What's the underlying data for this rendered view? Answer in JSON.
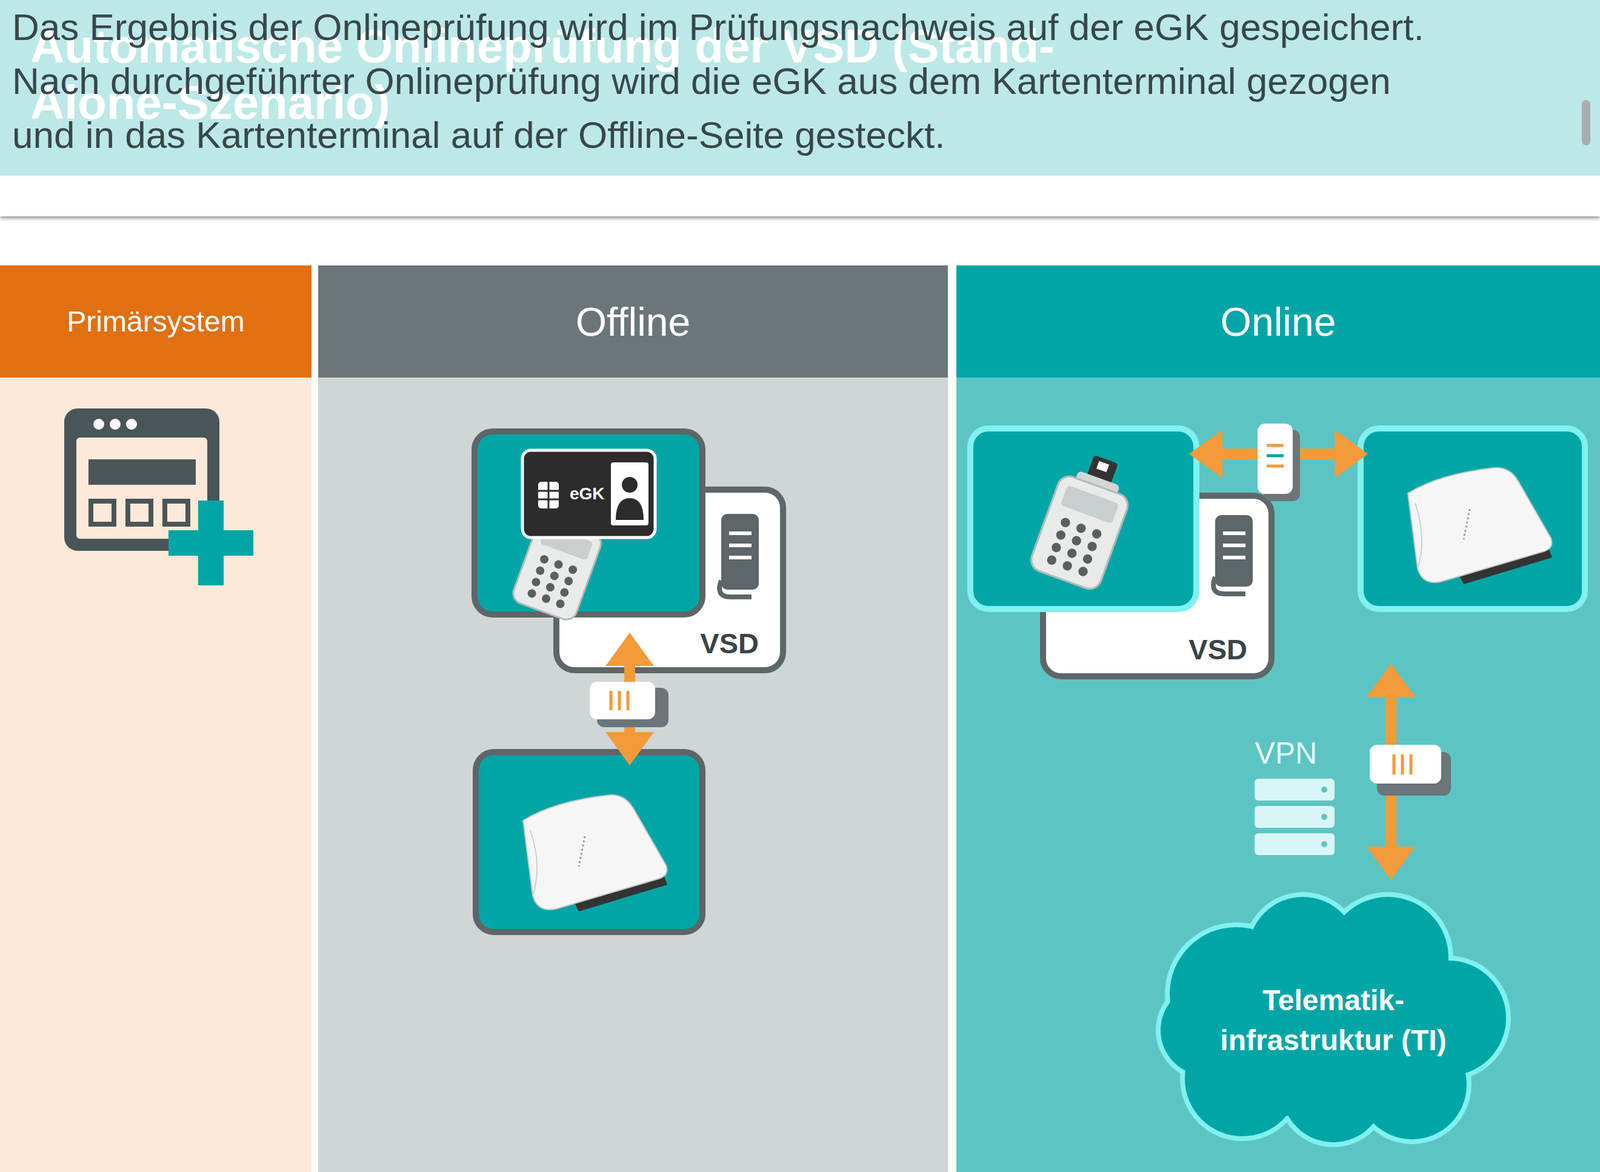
{
  "diagram": {
    "title": "Automatische Onlineprüfung der VSD (Stand-Alone-Szenario)",
    "nodes": [
      {
        "text": [
          "Primärsystem"
        ]
      },
      {
        "text": [
          "Offline"
        ]
      },
      {
        "text": [
          "eGK"
        ],
        "in": 1
      },
      {
        "text": [
          "VSD"
        ],
        "in": 1
      },
      {
        "text": [
          "Online"
        ]
      },
      {
        "text": [
          "VSD"
        ],
        "in": 4
      },
      {
        "text": [
          "Telematik- infrastruktur (TI)"
        ],
        "in": 4
      }
    ],
    "labels": [
      "Das Ergebnis der Onlineprüfung wird im Prüfungsnachweis auf der eGK gespeichert. Nach durchgeführter Onlineprüfung wird die eGK aus dem Kartenterminal gezogen und in das Kartenterminal auf der Offline-Seite gesteckt.",
      "VPN"
    ]
  }
}
